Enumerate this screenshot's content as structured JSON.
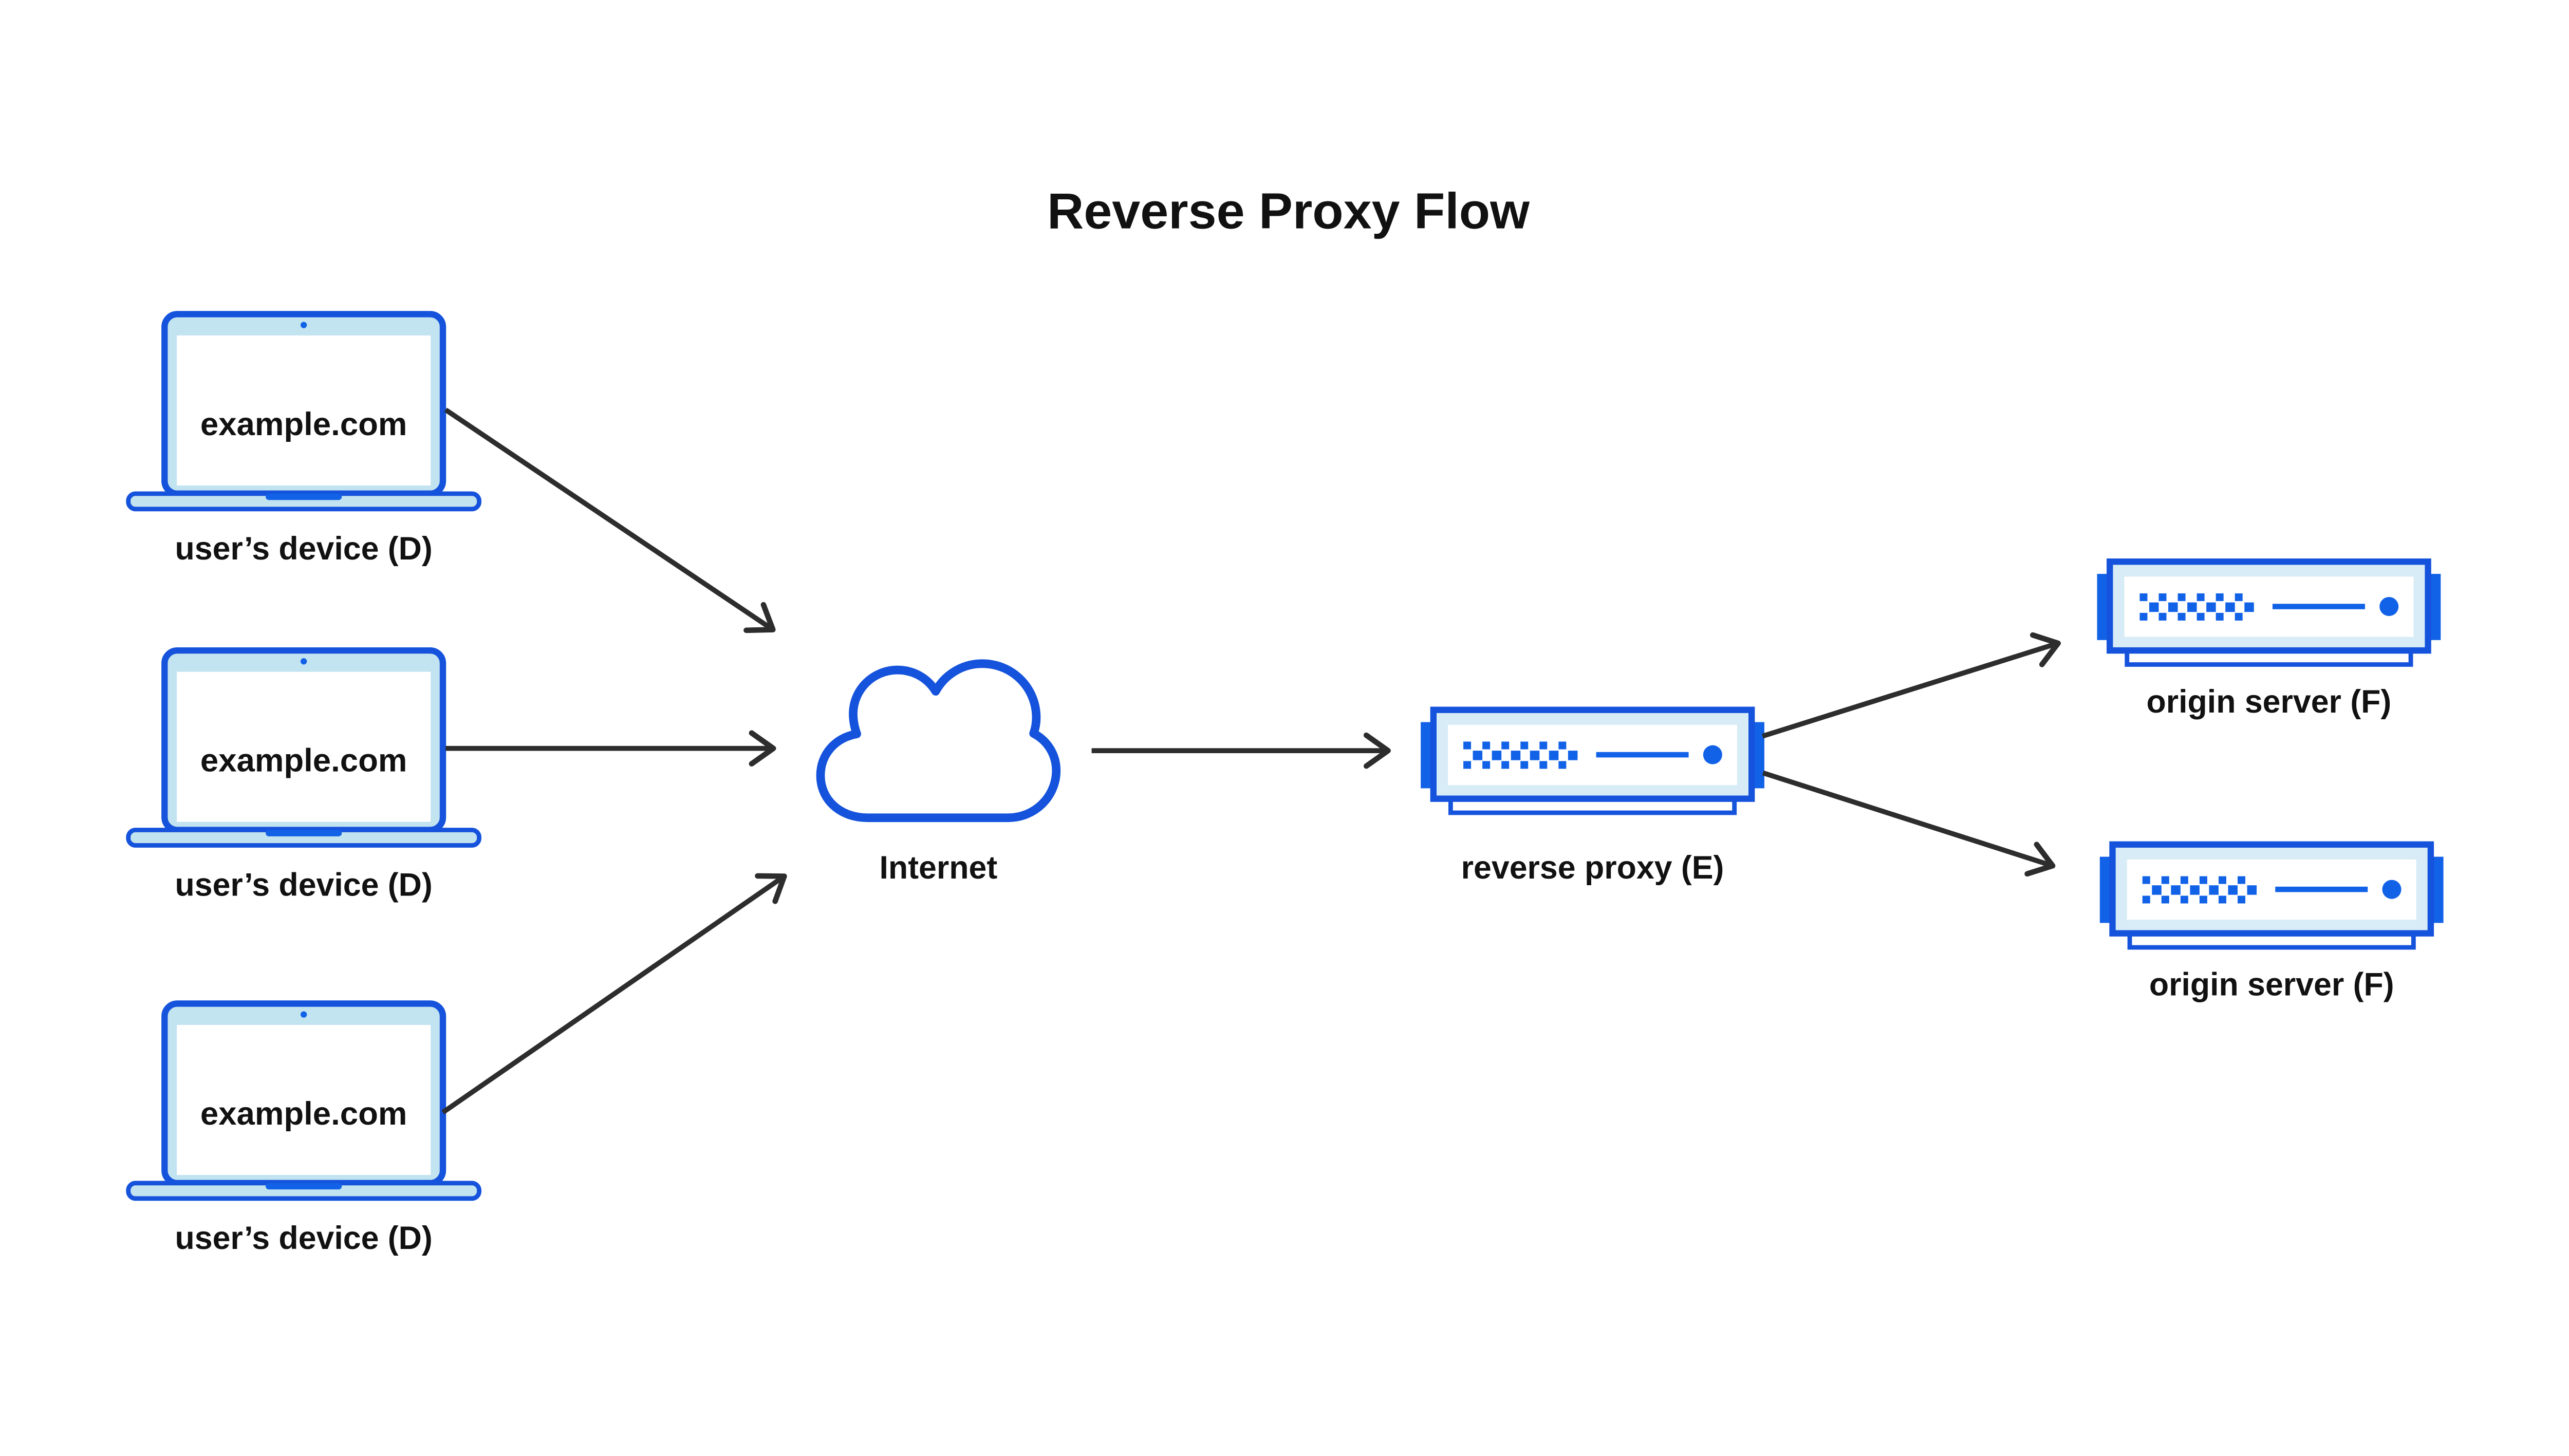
{
  "title": "Reverse Proxy Flow",
  "nodes": {
    "devices": [
      {
        "id": "D1",
        "screen_text": "example.com",
        "label": "user’s device (D)"
      },
      {
        "id": "D2",
        "screen_text": "example.com",
        "label": "user’s device (D)"
      },
      {
        "id": "D3",
        "screen_text": "example.com",
        "label": "user’s device (D)"
      }
    ],
    "internet": {
      "label": "Internet"
    },
    "reverse_proxy": {
      "label": "reverse proxy (E)"
    },
    "origin_servers": [
      {
        "id": "F1",
        "label": "origin server (F)"
      },
      {
        "id": "F2",
        "label": "origin server (F)"
      }
    ]
  },
  "flow": [
    {
      "from": "user’s device (D)",
      "to": "Internet"
    },
    {
      "from": "user’s device (D)",
      "to": "Internet"
    },
    {
      "from": "user’s device (D)",
      "to": "Internet"
    },
    {
      "from": "Internet",
      "to": "reverse proxy (E)"
    },
    {
      "from": "reverse proxy (E)",
      "to": "origin server (F)"
    },
    {
      "from": "reverse proxy (E)",
      "to": "origin server (F)"
    }
  ],
  "icons": {
    "device": "laptop-icon",
    "internet": "cloud-icon",
    "reverse_proxy": "server-icon",
    "origin_server": "server-icon"
  },
  "colors": {
    "stroke_blue": "#1553dc",
    "accent_blue": "#1262e8",
    "light_blue": "#c2e3f0",
    "panel_blue": "#d7ecf6",
    "arrow_dark": "#2d2d2d",
    "text_color": "#111111",
    "background": "#ffffff"
  }
}
